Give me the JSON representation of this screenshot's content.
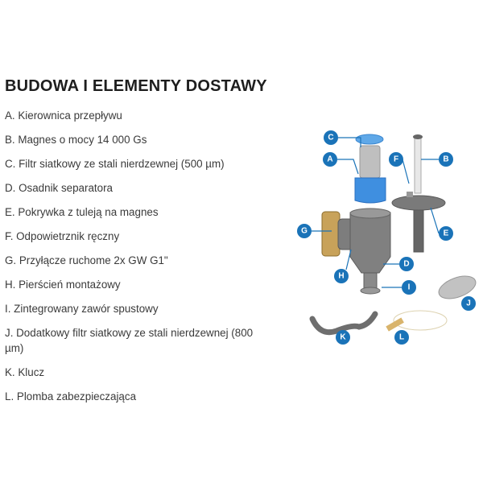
{
  "title": "BUDOWA I ELEMENTY DOSTAWY",
  "items": [
    "A. Kierownica przepływu",
    "B. Magnes o mocy 14 000 Gs",
    "C. Filtr siatkowy ze stali nierdzewnej (500 µm)",
    "D. Osadnik separatora",
    "E. Pokrywka z tuleją na magnes",
    "F. Odpowietrznik ręczny",
    "G. Przyłącze ruchome 2x GW G1\"",
    "H. Pierścień montażowy",
    "I. Zintegrowany zawór spustowy",
    "J. Dodatkowy filtr siatkowy ze stali nierdzewnej (800 µm)",
    "K. Klucz",
    "L. Plomba zabezpieczająca"
  ],
  "diagram": {
    "callouts": [
      "A",
      "B",
      "C",
      "D",
      "E",
      "F",
      "G",
      "H",
      "I",
      "J",
      "K",
      "L"
    ],
    "accent_color": "#1a73b8"
  }
}
